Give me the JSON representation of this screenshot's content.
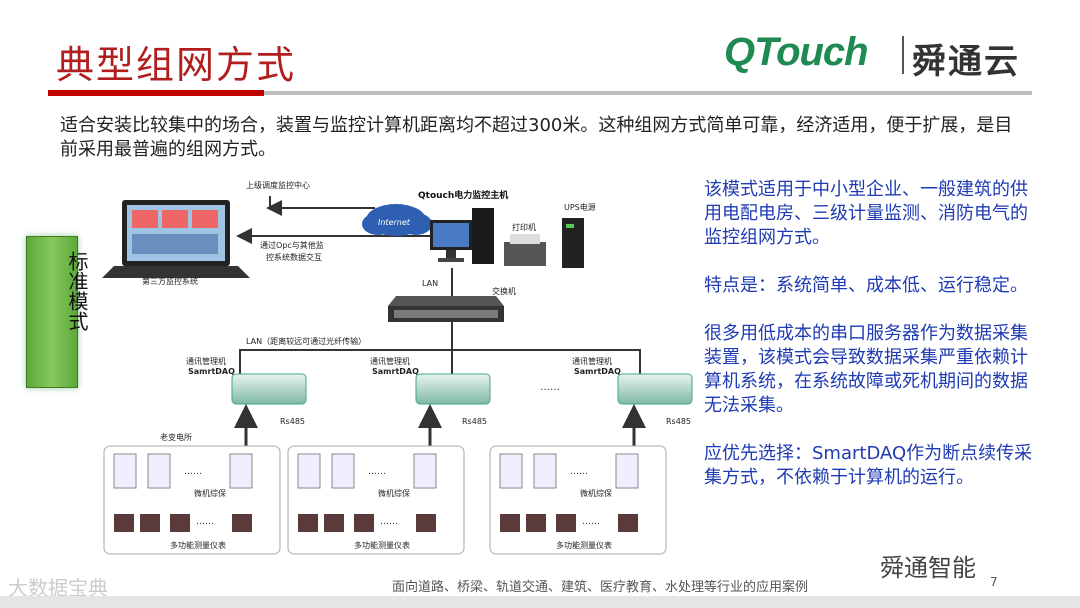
{
  "title": "典型组网方式",
  "logo": {
    "brand_en": "QTouch",
    "brand_cn": "舜通云"
  },
  "intro": "适合安装比较集中的场合，装置与监控计算机距离均不超过300米。这种组网方式简单可靠，经济适用，便于扩展，是目前采用最普遍的组网方式。",
  "mode_tag": "标准模式",
  "right_panel": {
    "p1": "该模式适用于中小型企业、一般建筑的供用电配电房、三级计量监测、消防电气的监控组网方式。",
    "p2": "特点是：系统简单、成本低、运行稳定。",
    "p3": "很多用低成本的串口服务器作为数据采集装置，该模式会导致数据采集严重依赖计算机系统，在系统故障或死机期间的数据无法采集。",
    "p4": "应优先选择：SmartDAQ作为断点续传采集方式，不依赖于计算机的运行。"
  },
  "diagram": {
    "upper_center": "上级调度监控中心",
    "main_host": "Qtouch电力监控主机",
    "internet": "Internet",
    "printer": "打印机",
    "ups": "UPS电源",
    "opc_line1": "通过Opc与其他监",
    "opc_line2": "控系统数据交互",
    "third_party": "第三方监控系统",
    "lan_top": "LAN",
    "switch": "交换机",
    "lan_fiber": "LAN（距离较远可通过光纤传输）",
    "comm_mgr": "通讯管理机",
    "comm_model": "SamrtDAQ",
    "rs485": "Rs485",
    "substation": "老变电所",
    "relay": "微机综保",
    "meter": "多功能测量仪表",
    "dots": "……"
  },
  "footer": {
    "source": "大数据宝典",
    "center": "面向道路、桥梁、轨道交通、建筑、医疗教育、水处理等行业的应用案例",
    "page": "7",
    "wechat": "舜通智能"
  },
  "colors": {
    "title": "#b01e1e",
    "accent_red": "#c00000",
    "right_text": "#1f3bb3",
    "tag_green": "#6fb548"
  }
}
